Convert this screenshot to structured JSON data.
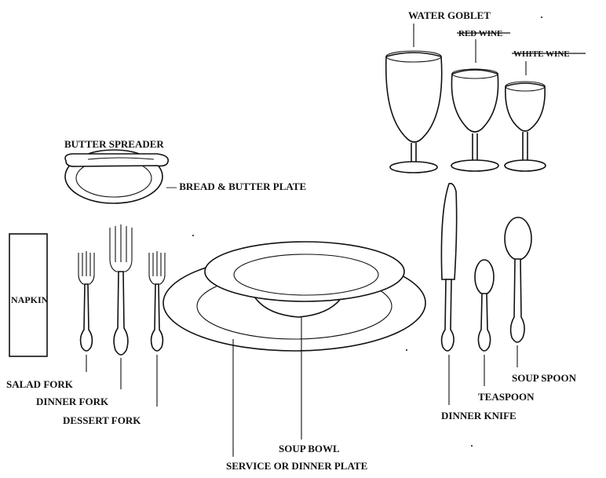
{
  "labels": {
    "water_goblet": "WATER GOBLET",
    "red_wine": "RED WINE",
    "white_wine": "WHITE WINE",
    "butter_spreader": "BUTTER SPREADER",
    "bread_butter_plate": "— BREAD & BUTTER PLATE",
    "napkin": "NAPKIN",
    "salad_fork": "SALAD FORK",
    "dinner_fork": "DINNER FORK",
    "dessert_fork": "DESSERT FORK",
    "soup_bowl": "SOUP BOWL",
    "service_plate": "SERVICE OR DINNER PLATE",
    "dinner_knife": "DINNER KNIFE",
    "teaspoon": "TEASPOON",
    "soup_spoon": "SOUP SPOON"
  }
}
